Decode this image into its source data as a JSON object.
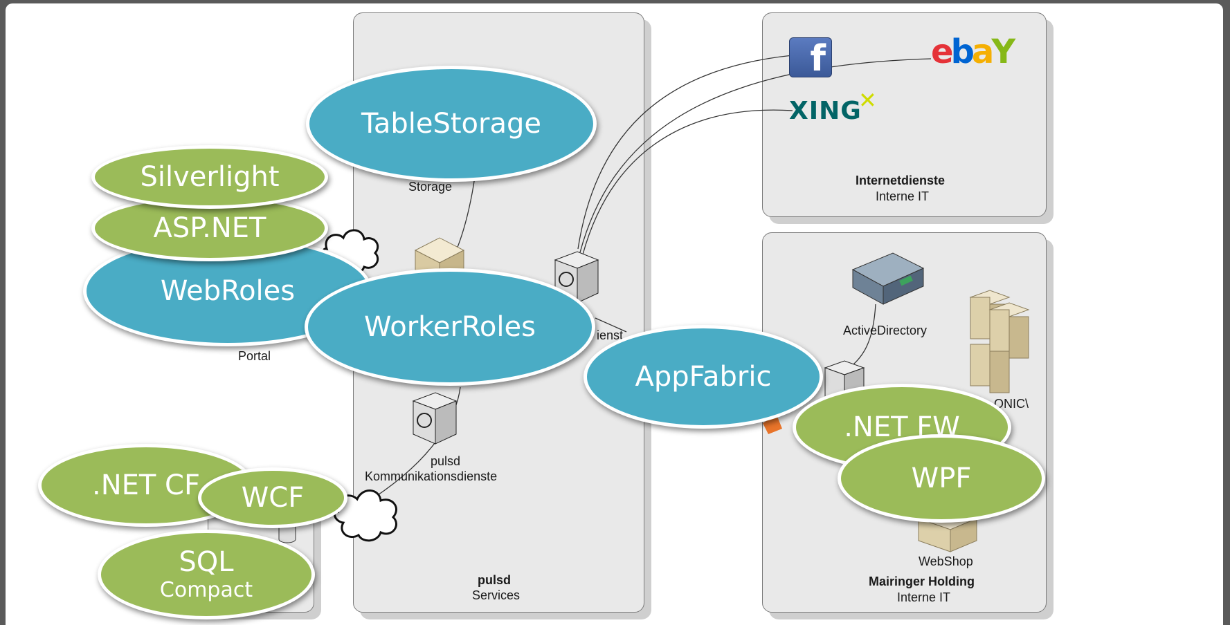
{
  "panels": {
    "portal": {
      "label": "Portal"
    },
    "services": {
      "title": "pulsd",
      "subtitle": "Services"
    },
    "internet": {
      "title": "Internetdienste",
      "subtitle": "Interne IT"
    },
    "holding": {
      "title": "Mairinger Holding",
      "subtitle": "Interne IT"
    }
  },
  "node_labels": {
    "storage": "Storage",
    "kommunikation_title": "pulsd",
    "kommunikation_sub": "Kommunikationsdienste",
    "dienste_partial": "ienst",
    "active_directory": "ActiveDirectory",
    "onic_partial": "ONIC\\",
    "webshop": "WebShop"
  },
  "logos": {
    "facebook": "f",
    "ebay": "ebay",
    "xing": "XING"
  },
  "bubbles": {
    "table_storage": "TableStorage",
    "silverlight": "Silverlight",
    "aspnet": "ASP.NET",
    "webroles": "WebRoles",
    "workerroles": "WorkerRoles",
    "appfabric": "AppFabric",
    "netfw": ".NET FW",
    "wpf": "WPF",
    "netcf": ".NET CF",
    "wcf": "WCF",
    "sql": "SQL",
    "sql_sub": "Compact"
  },
  "colors": {
    "bubble_blue": "#4aacc5",
    "bubble_green": "#9bbb59",
    "facebook_blue": "#3b5998",
    "ebay_red": "#e53238",
    "ebay_blue": "#0064d2",
    "ebay_yellow": "#f5af02",
    "ebay_green": "#86b817",
    "xing_teal": "#026466",
    "xing_green": "#cfdc00"
  }
}
